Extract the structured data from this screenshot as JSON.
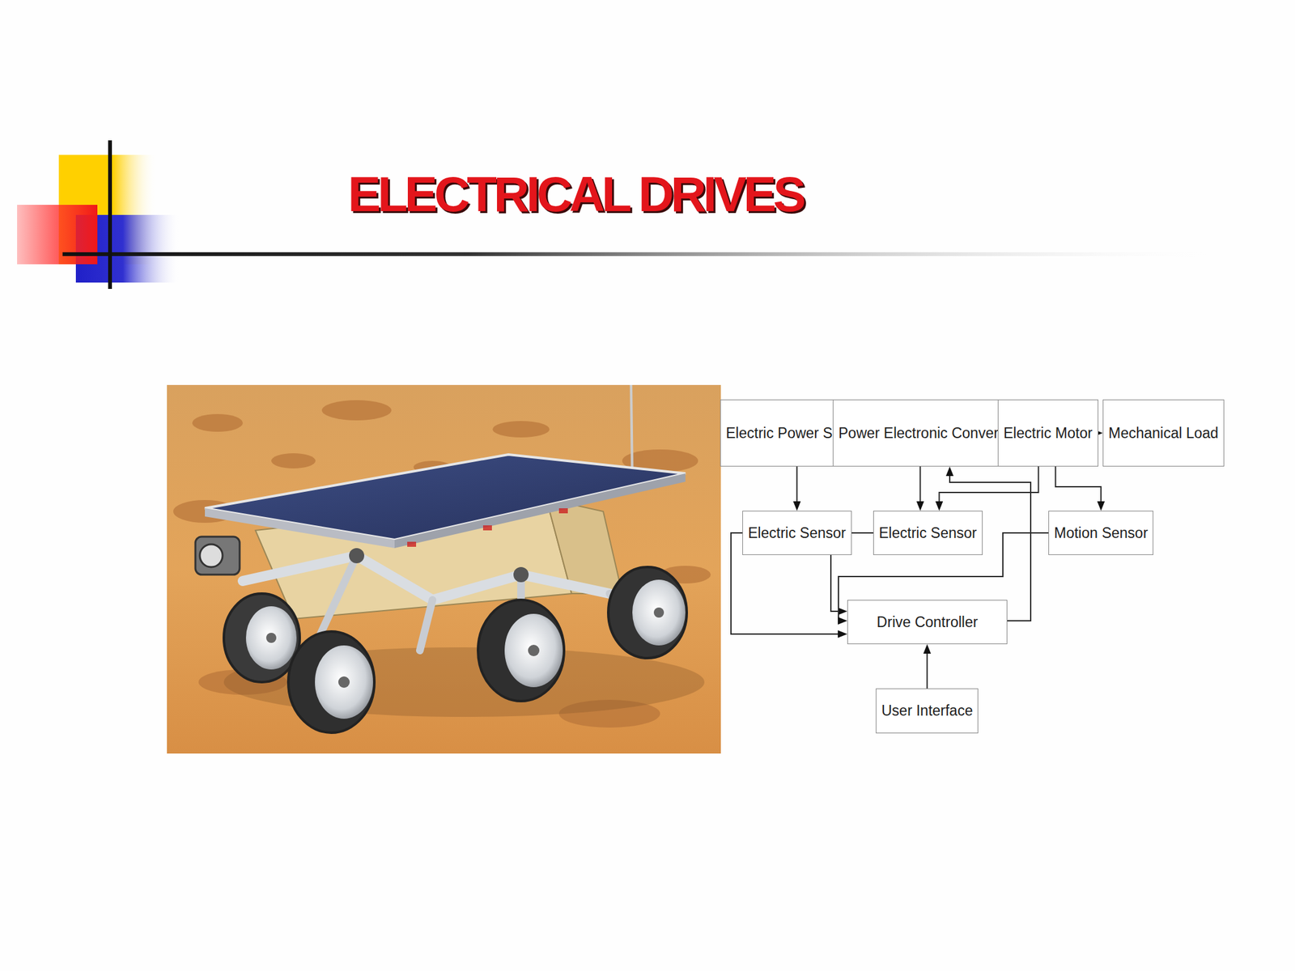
{
  "diagram": {
    "title": "ELECTRICAL DRIVES",
    "nodes": [
      {
        "text": [
          "Electric Power Source"
        ]
      },
      {
        "text": [
          "Power Electronic Converter"
        ]
      },
      {
        "text": [
          "Electric Motor"
        ]
      },
      {
        "text": [
          "Mechanical Load"
        ]
      },
      {
        "text": [
          "Electric Sensor"
        ]
      },
      {
        "text": [
          "Electric Sensor"
        ]
      },
      {
        "text": [
          "Motion Sensor"
        ]
      },
      {
        "text": [
          "Drive Controller"
        ]
      },
      {
        "text": [
          "User Interface"
        ]
      }
    ],
    "edges": [
      {
        "from": 0,
        "to": 1,
        "arrow": "to"
      },
      {
        "from": 1,
        "to": 2,
        "arrow": "to"
      },
      {
        "from": 2,
        "to": 3,
        "arrow": "to"
      },
      {
        "from": 0,
        "to": 4,
        "arrow": "to"
      },
      {
        "from": 1,
        "to": 5,
        "arrow": "to"
      },
      {
        "from": 2,
        "to": 5,
        "arrow": "to"
      },
      {
        "from": 2,
        "to": 6,
        "arrow": "to"
      },
      {
        "from": 4,
        "to": 7,
        "arrow": "to"
      },
      {
        "from": 5,
        "to": 7,
        "arrow": "to"
      },
      {
        "from": 6,
        "to": 7,
        "arrow": "to"
      },
      {
        "from": 7,
        "to": 1,
        "arrow": "to"
      },
      {
        "from": 8,
        "to": 7,
        "arrow": "to"
      }
    ]
  }
}
